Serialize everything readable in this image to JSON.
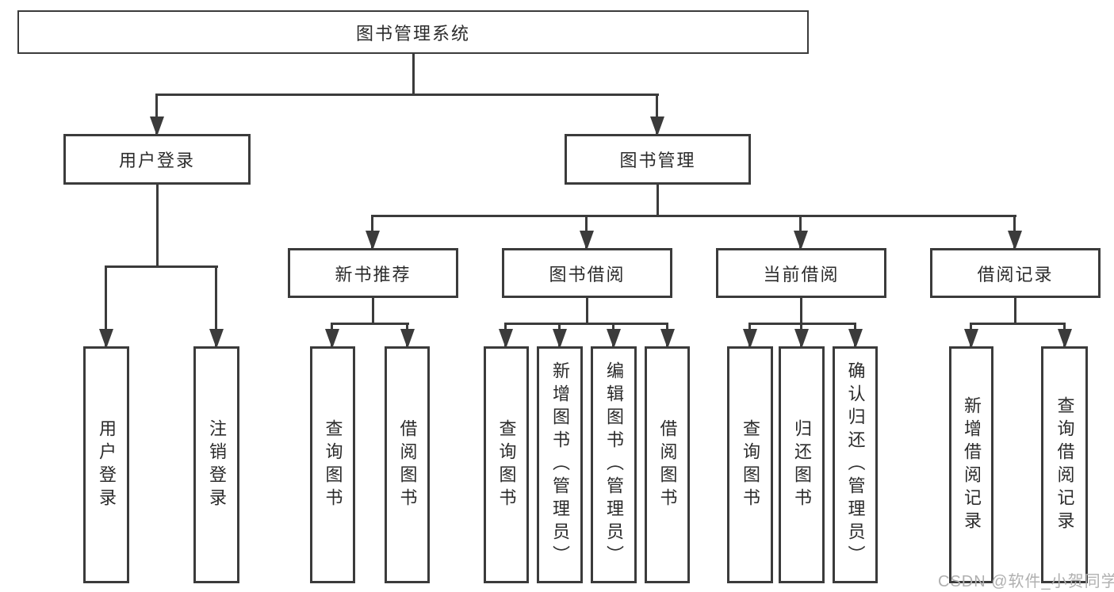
{
  "colors": {
    "line": "#3b3b3b",
    "box_border": "#3b3b3b",
    "text": "#2b2b2b",
    "background": "#ffffff",
    "watermark": "#b0b0b0"
  },
  "nodes": {
    "root": "图书管理系统",
    "user_login": "用户登录",
    "book_mgmt": "图书管理",
    "new_book_rec": "新书推荐",
    "book_borrow": "图书借阅",
    "current_borrow": "当前借阅",
    "borrow_records": "借阅记录",
    "ul_login": "用户登录",
    "ul_logout": "注销登录",
    "nb_query": "查询图书",
    "nb_borrow": "借阅图书",
    "bb_query": "查询图书",
    "bb_add": "新增图书（管理员）",
    "bb_edit": "编辑图书（管理员）",
    "bb_borrow": "借阅图书",
    "cb_query": "查询图书",
    "cb_return": "归还图书",
    "cb_confirm": "确认归还（管理员）",
    "br_add": "新增借阅记录",
    "br_query": "查询借阅记录"
  },
  "watermark": "CSDN @软件_小贺同学"
}
